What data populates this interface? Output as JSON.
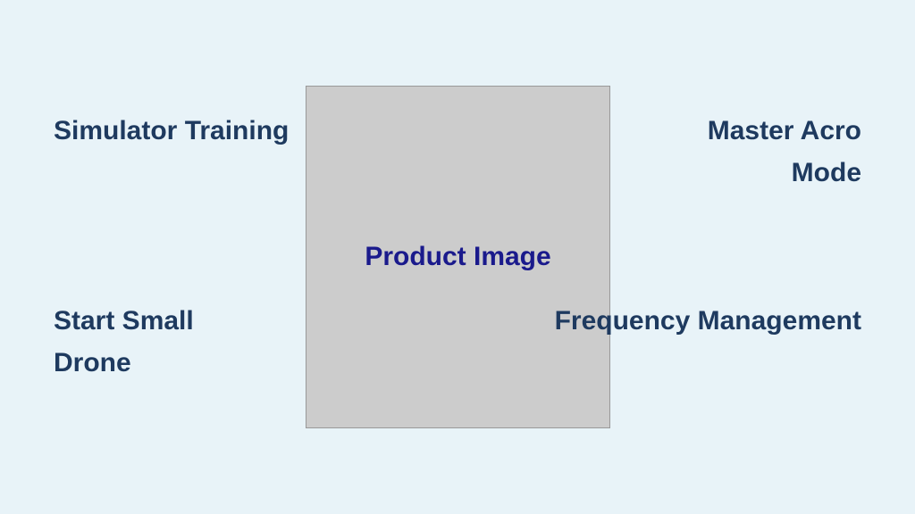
{
  "product_image_label": "Product Image",
  "labels": {
    "top_left": "Simulator Training",
    "bottom_left": "Start Small Drone",
    "top_right": "Master Acro Mode",
    "bottom_right": "Frequency Management"
  },
  "colors": {
    "background": "#e8f3f8",
    "text": "#1e3a5f",
    "placeholder_text": "#1a1a8c",
    "placeholder_fill": "#cccccc"
  }
}
